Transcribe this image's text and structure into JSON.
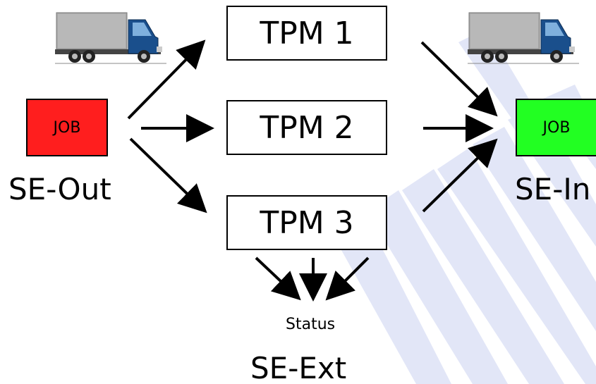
{
  "tpm": {
    "box1": "TPM 1",
    "box2": "TPM 2",
    "box3": "TPM 3"
  },
  "jobs": {
    "out": "JOB",
    "in": "JOB"
  },
  "labels": {
    "se_out": "SE-Out",
    "se_in": "SE-In",
    "se_ext": "SE-Ext",
    "status": "Status"
  },
  "colors": {
    "job_out": "#ff1e1e",
    "job_in": "#22ff22",
    "stripe": "#dde2f6",
    "truck_cab": "#1a4f8c",
    "truck_cargo": "#a9a9a9"
  },
  "icons": {
    "left_truck": "truck-icon",
    "right_truck": "truck-icon"
  }
}
